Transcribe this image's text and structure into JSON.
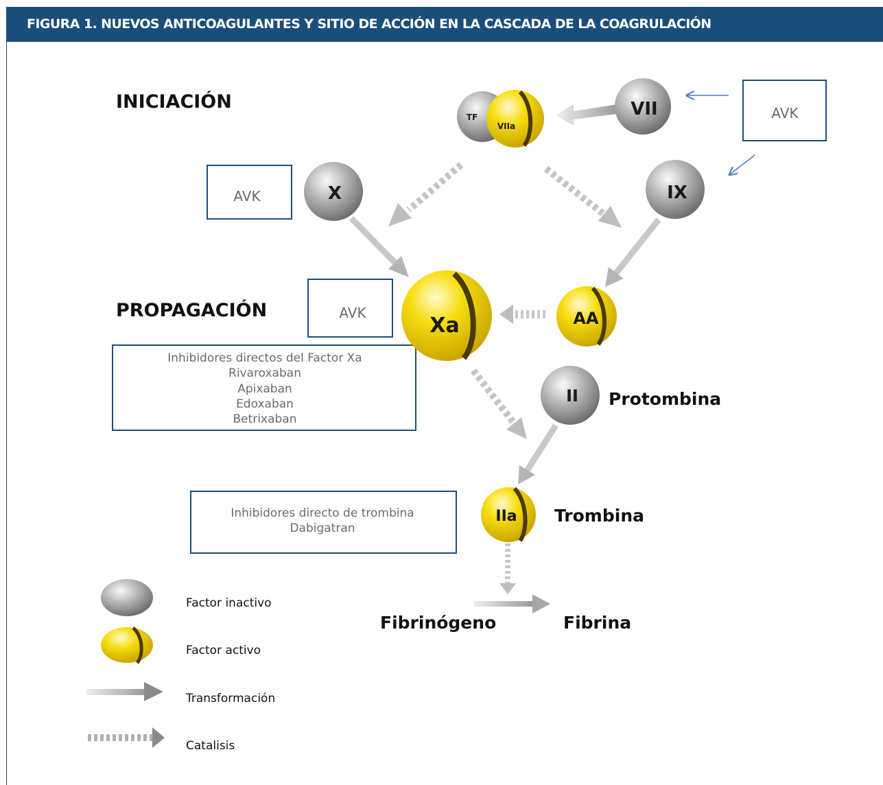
{
  "header": {
    "title": "FIGURA 1. NUEVOS ANTICOAGULANTES Y SITIO DE ACCIÓN EN LA CASCADA DE LA COAGRULACIÓN"
  },
  "stages": {
    "initiation": "INICIACIÓN",
    "propagation": "PROPAGACIÓN"
  },
  "factors": {
    "tf": "TF",
    "viia": "VIIa",
    "vii": "VII",
    "x": "X",
    "ix": "IX",
    "xa": "Xa",
    "aa": "AA",
    "ii": "II",
    "iia": "IIa"
  },
  "labels": {
    "protrombina": "Protombina",
    "trombina": "Trombina",
    "fibrinogeno": "Fibrinógeno",
    "fibrina": "Fibrina"
  },
  "boxes": {
    "avk_vii": "AVK",
    "avk_x": "AVK",
    "avk_xa": "AVK",
    "xa_inhibitors": [
      "Inhibidores directos del Factor Xa",
      "Rivaroxaban",
      "Apixaban",
      "Edoxaban",
      "Betrixaban"
    ],
    "thrombin_inhibitors": [
      "Inhibidores directo de trombina",
      "Dabigatran"
    ]
  },
  "legend": {
    "inactive": "Factor inactivo",
    "active": "Factor  activo",
    "transformation": "Transformación",
    "catalysis": "Catalisis"
  },
  "colors": {
    "header_bg": "#1b4d7a",
    "inactive": "#9e9e9e",
    "active": "#f3d400",
    "box_border": "#1b4d7a",
    "inhibit_arrow": "#4a7fc0"
  }
}
